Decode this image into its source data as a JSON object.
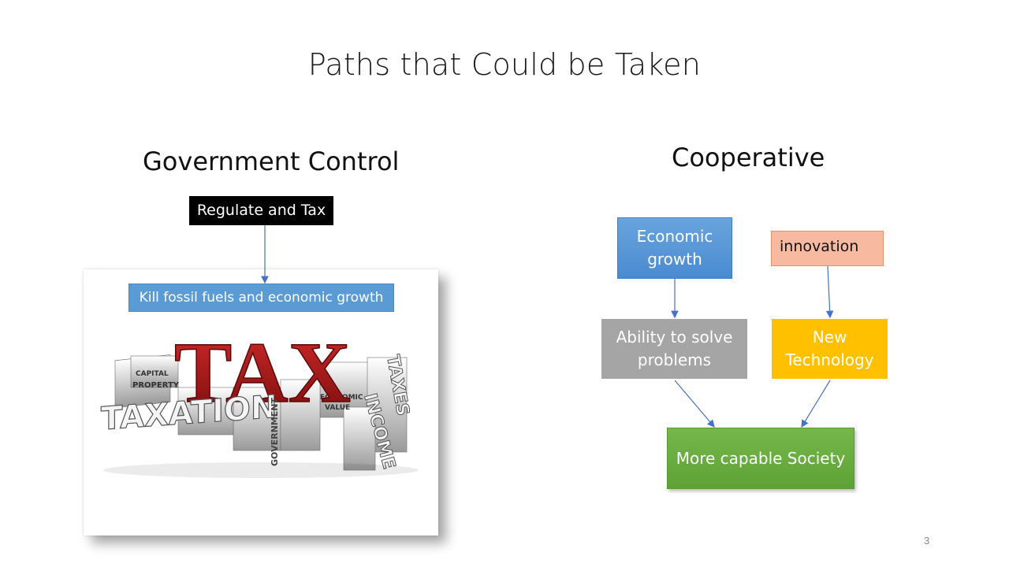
{
  "slide": {
    "title": "Paths that Could be Taken",
    "page_number": "3"
  },
  "left": {
    "heading": "Government Control",
    "top_box": "Regulate and Tax",
    "image_label": "Kill fossil fuels and economic growth",
    "image": {
      "main_word": "TAX",
      "words": [
        "TAXATION",
        "INCOME",
        "TAXES",
        "GOVERNMENT",
        "PROPERTY",
        "ECONOMIC",
        "VALUE",
        "CAPITAL"
      ]
    }
  },
  "right": {
    "heading": "Cooperative",
    "economic_growth": "Economic growth",
    "innovation": "innovation",
    "ability": "Ability to solve problems",
    "new_technology": "New Technology",
    "society": "More capable Society"
  },
  "colors": {
    "blue": "#5b9bd5",
    "salmon": "#f7b9a0",
    "gray": "#a5a5a5",
    "gold": "#ffc000",
    "green": "#70ad47",
    "arrow": "#4472c4",
    "tax_red": "#b01e1e"
  }
}
